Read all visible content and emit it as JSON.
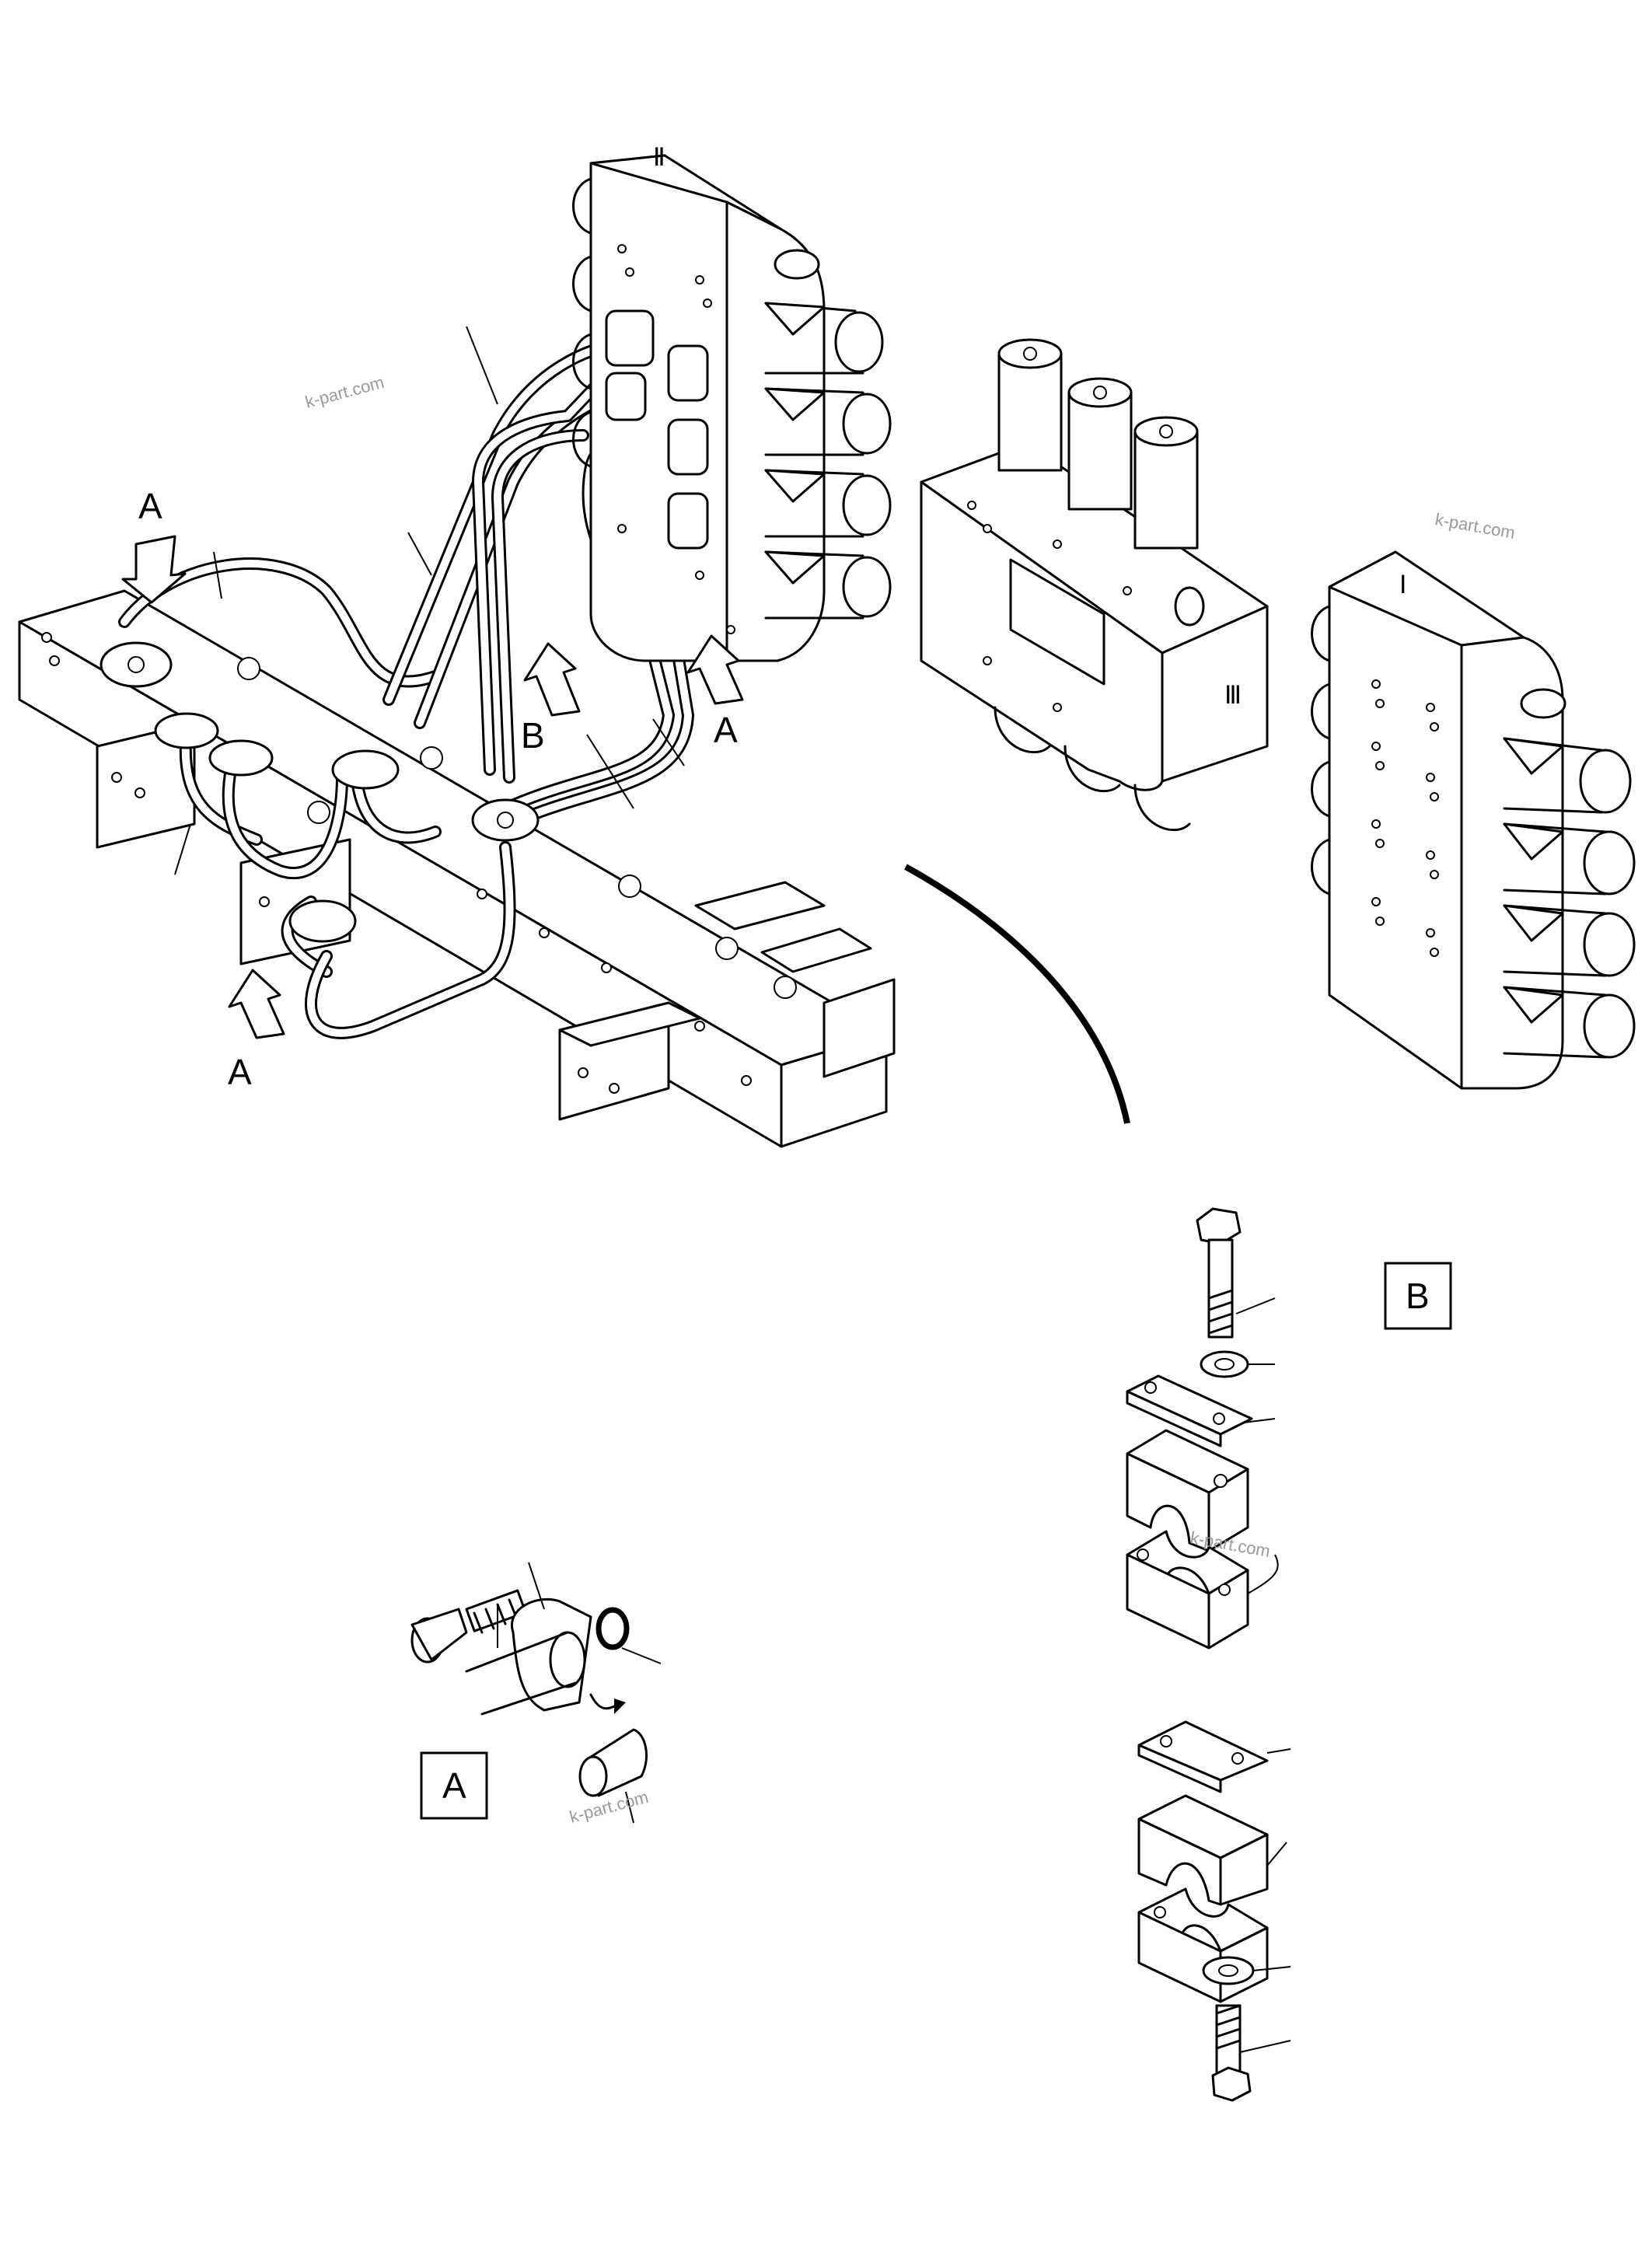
{
  "labels": {
    "arrow_a": "A",
    "arrow_b": "B",
    "detail_a": "A",
    "detail_b": "B"
  },
  "roman": {
    "valve_2": "Ⅱ",
    "valve_3": "Ⅲ",
    "valve_1": "Ⅰ"
  },
  "watermark": "k-part.com"
}
